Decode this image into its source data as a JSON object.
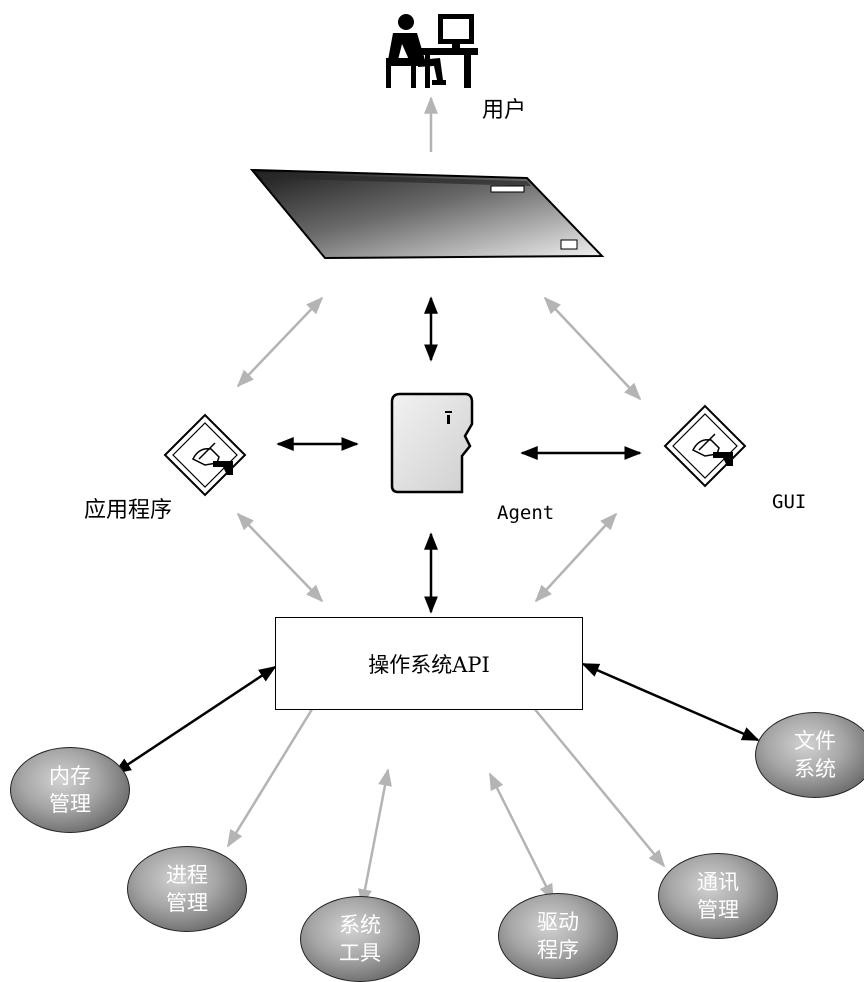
{
  "labels": {
    "user": "用户",
    "app": "应用程序",
    "agent": "Agent",
    "gui": "GUI",
    "api": "操作系统API"
  },
  "modules": {
    "memory": {
      "line1": "内存",
      "line2": "管理"
    },
    "process": {
      "line1": "进程",
      "line2": "管理"
    },
    "tools": {
      "line1": "系统",
      "line2": "工具"
    },
    "driver": {
      "line1": "驱动",
      "line2": "程序"
    },
    "comm": {
      "line1": "通讯",
      "line2": "管理"
    },
    "file": {
      "line1": "文件",
      "line2": "系统"
    }
  },
  "colors": {
    "black_arrow": "#000000",
    "gray_arrow": "#b4b4b4",
    "ellipse_fill": "#8a8a8a",
    "ellipse_text": "#ffffff"
  },
  "icons": {
    "user": "user-at-computer-icon",
    "panel": "display-panel-icon",
    "agent": "agent-head-icon",
    "app": "writing-hand-icon",
    "gui": "writing-hand-icon"
  }
}
